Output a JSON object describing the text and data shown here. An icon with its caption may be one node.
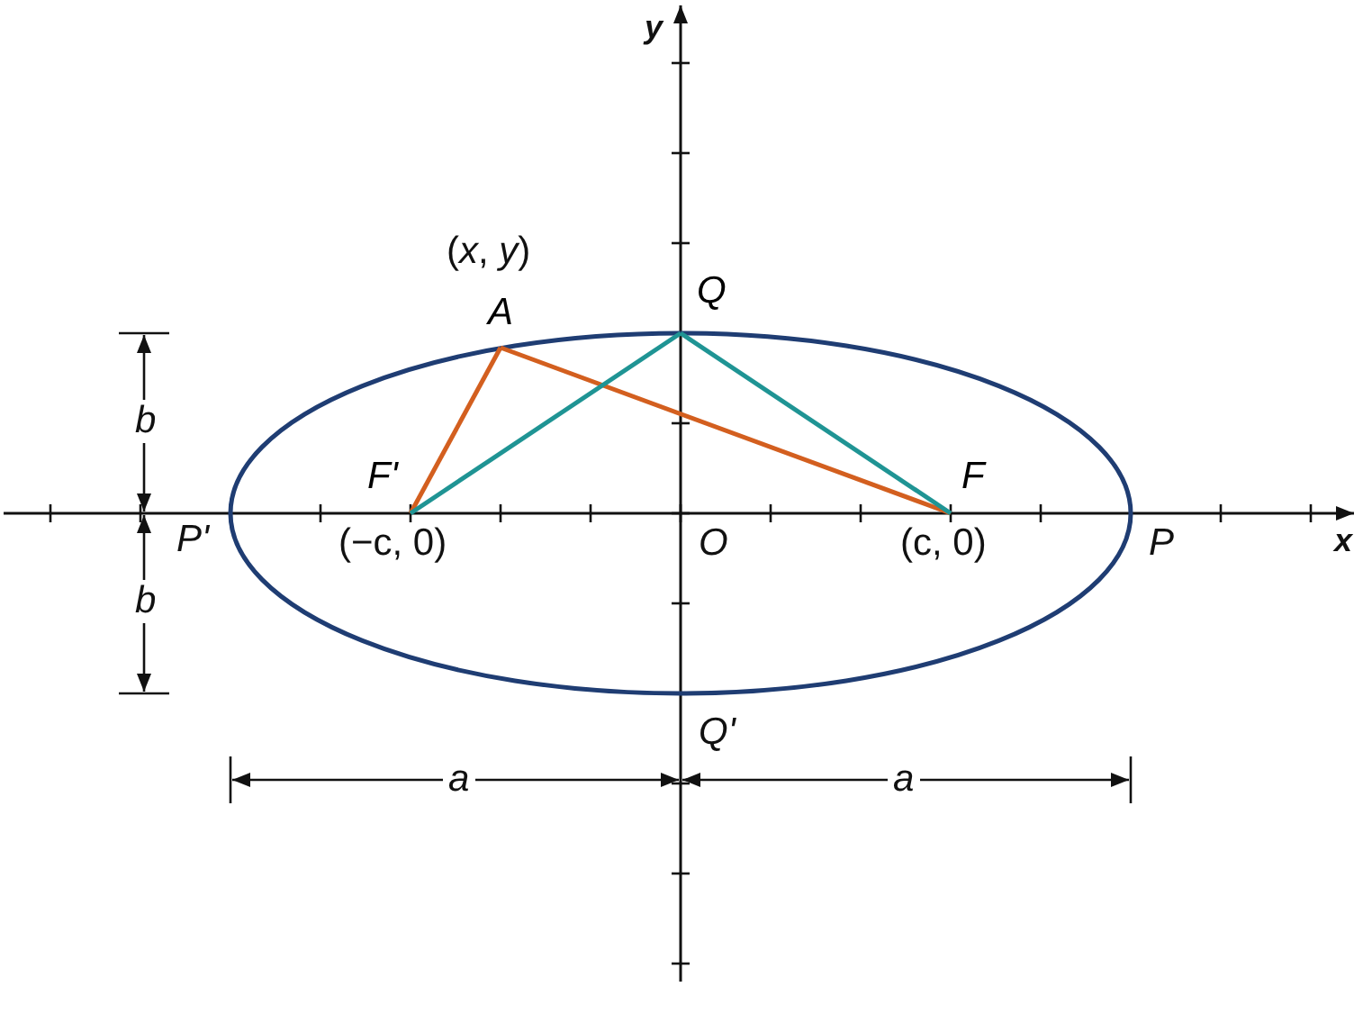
{
  "diagram": {
    "nodes": [
      {
        "text": [
          "A"
        ],
        "beside": [
          "(*x*, *y*)"
        ]
      },
      {
        "text": [
          "Q"
        ]
      },
      {
        "text": [
          "F'"
        ],
        "beside": [
          "(−c, 0)"
        ]
      },
      {
        "text": [
          "F"
        ],
        "beside": [
          "(c, 0)"
        ]
      }
    ],
    "edges": [
      {
        "from": 2,
        "to": 0,
        "arrow": "none",
        "color": "#d35f1f"
      },
      {
        "from": 0,
        "to": 3,
        "arrow": "none",
        "color": "#d35f1f"
      },
      {
        "from": 2,
        "to": 1,
        "arrow": "none",
        "color": "#1f9494"
      },
      {
        "from": 1,
        "to": 3,
        "arrow": "none",
        "color": "#1f9494"
      }
    ],
    "labels": [
      "y",
      "b",
      "P'",
      "x",
      "O",
      "P",
      "b",
      "Q'",
      "a",
      "a"
    ]
  }
}
